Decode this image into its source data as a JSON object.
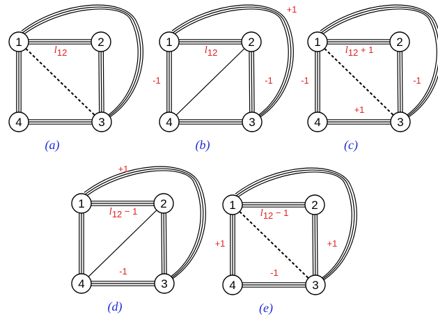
{
  "colors": {
    "edge": "#000000",
    "edge_label": "#e02020",
    "caption": "#1f2bd6"
  },
  "panels": [
    {
      "id": "a",
      "caption": "(a)",
      "nodes": [
        "1",
        "2",
        "3",
        "4"
      ],
      "labels": {
        "top": "l12",
        "top_suffix": "",
        "left": "",
        "right": "",
        "bottom": "",
        "arc": "",
        "diag": ""
      },
      "diagonal": "dashed-1-3"
    },
    {
      "id": "b",
      "caption": "(b)",
      "nodes": [
        "1",
        "2",
        "3",
        "4"
      ],
      "labels": {
        "top": "l12",
        "top_suffix": "",
        "left": "-1",
        "right": "-1",
        "bottom": "",
        "arc": "+1",
        "diag": ""
      },
      "diagonal": "solid-4-2"
    },
    {
      "id": "c",
      "caption": "(c)",
      "nodes": [
        "1",
        "2",
        "3",
        "4"
      ],
      "labels": {
        "top": "l12",
        "top_suffix": " + 1",
        "left": "-1",
        "right": "-1",
        "bottom": "+1",
        "arc": "",
        "diag": ""
      },
      "diagonal": "dashed-1-3"
    },
    {
      "id": "d",
      "caption": "(d)",
      "nodes": [
        "1",
        "2",
        "3",
        "4"
      ],
      "labels": {
        "top": "l12",
        "top_suffix": " − 1",
        "left": "",
        "right": "",
        "bottom": "-1",
        "arc": "+1",
        "diag": ""
      },
      "diagonal": "solid-4-2"
    },
    {
      "id": "e",
      "caption": "(e)",
      "nodes": [
        "1",
        "2",
        "3",
        "4"
      ],
      "labels": {
        "top": "l12",
        "top_suffix": " − 1",
        "left": "+1",
        "right": "+1",
        "bottom": "-1",
        "arc": "",
        "diag": ""
      },
      "diagonal": "dashed-1-3"
    }
  ]
}
